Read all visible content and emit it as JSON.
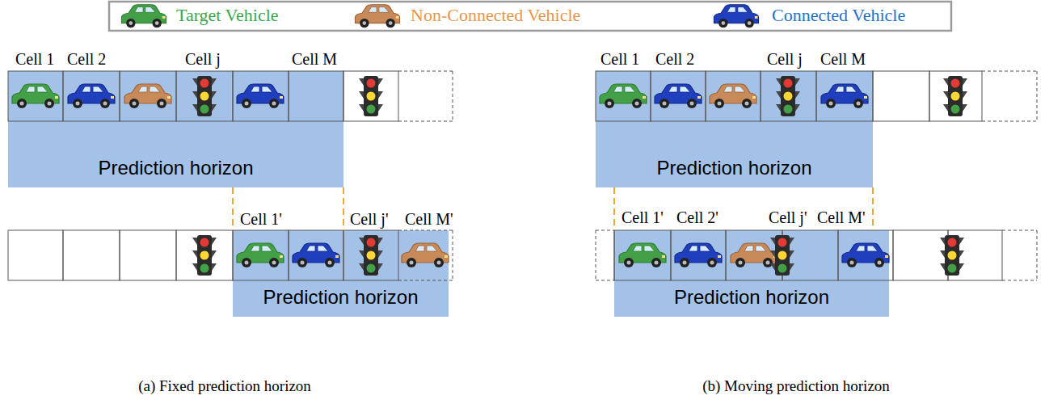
{
  "diagram": {
    "nodes": [
      {
        "text": [
          "Prediction horizon"
        ]
      },
      {
        "text": [
          "Prediction horizon"
        ]
      },
      {
        "text": [
          "Prediction horizon"
        ]
      },
      {
        "text": [
          "Prediction horizon"
        ]
      }
    ],
    "edges": [
      {
        "from": 0,
        "to": 1,
        "arrow": "none"
      },
      {
        "from": 0,
        "to": 1,
        "arrow": "none"
      },
      {
        "from": 2,
        "to": 3,
        "arrow": "none"
      },
      {
        "from": 2,
        "to": 3,
        "arrow": "none"
      }
    ],
    "labels": [
      "Cell 1",
      "Cell 2",
      "Cell j",
      "Cell M",
      "Cell 1'",
      "Cell j'",
      "Cell M'",
      "Cell 1",
      "Cell 2",
      "Cell j",
      "Cell M",
      "Cell 1'",
      "Cell 2'",
      "Cell j'",
      "Cell M'",
      "(a) Fixed prediction horizon",
      "(b) Moving prediction horizon"
    ],
    "legend": [
      {
        "text": "Target Vehicle"
      },
      {
        "text": "Non-Connected Vehicle"
      },
      {
        "text": "Connected Vehicle"
      }
    ]
  }
}
